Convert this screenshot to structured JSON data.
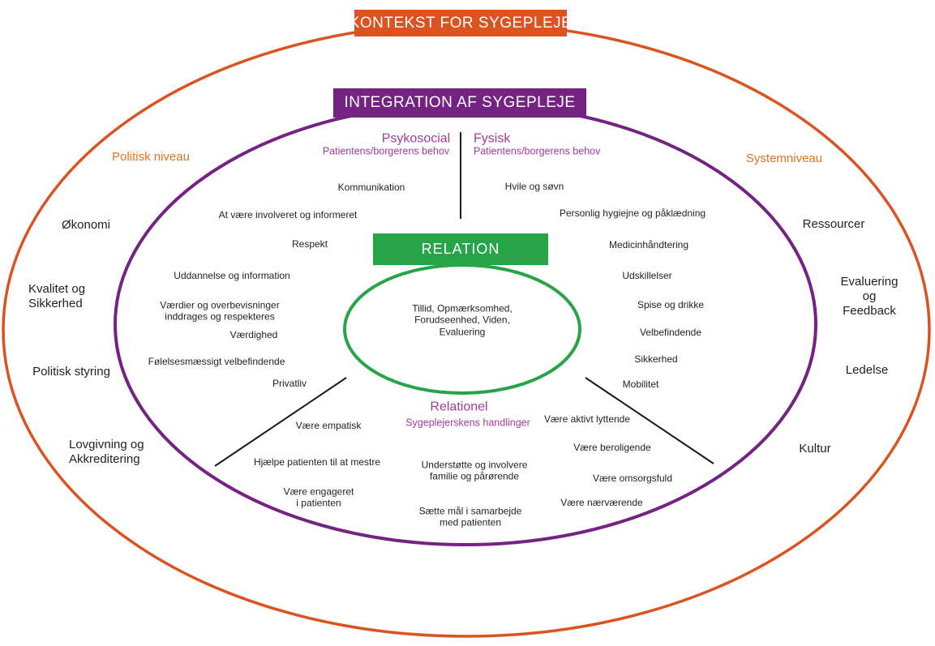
{
  "colors": {
    "orange": "#DC5322",
    "purple": "#752383",
    "green": "#27A348",
    "magenta": "#A13C9B",
    "text": "#231F20"
  },
  "outer": {
    "title": "KONTEKST FOR SYGEPLEJE",
    "left_level": "Politisk niveau",
    "right_level": "Systemniveau",
    "items_left": [
      "Økonomi",
      "Kvalitet og\nSikkerhed",
      "Politisk styring",
      "Lovgivning og\nAkkreditering"
    ],
    "items_right": [
      "Ressourcer",
      "Evaluering\nog Feedback",
      "Ledelse",
      "Kultur"
    ]
  },
  "middle": {
    "title": "INTEGRATION AF SYGEPLEJE",
    "psykosocial": {
      "label": "Psykosocial",
      "sub": "Patientens/borgerens behov",
      "items": [
        "Kommunikation",
        "At være involveret og informeret",
        "Respekt",
        "Uddannelse og information",
        "Værdier og overbevisninger\ninddrages og respekteres",
        "Værdighed",
        "Følelsesmæssigt velbefindende",
        "Privatliv"
      ]
    },
    "fysisk": {
      "label": "Fysisk",
      "sub": "Patientens/borgerens behov",
      "items": [
        "Hvile og søvn",
        "Personlig hygiejne og påklædning",
        "Medicinhåndtering",
        "Udskillelser",
        "Spise og drikke",
        "Velbefindende",
        "Sikkerhed",
        "Mobilitet"
      ]
    },
    "relationel": {
      "label": "Relationel",
      "sub": "Sygeplejerskens handlinger",
      "items_left": [
        "Være empatisk",
        "Hjælpe patienten til at mestre",
        "Være engageret\ni patienten"
      ],
      "items_center": [
        "Understøtte og involvere\nfamilie og pårørende",
        "Sætte mål i samarbejde\nmed patienten"
      ],
      "items_right": [
        "Være aktivt lyttende",
        "Være beroligende",
        "Være omsorgsfuld",
        "Være nærværende"
      ]
    }
  },
  "center": {
    "title": "RELATION",
    "text": "Tillid, Opmærksomhed,\nForudseenhed, Viden,\nEvaluering"
  }
}
